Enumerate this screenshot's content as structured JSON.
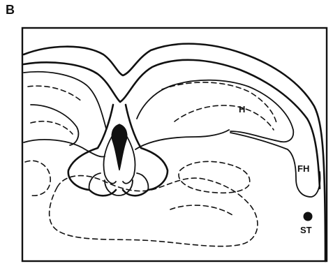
{
  "figure": {
    "panel_letter": "B",
    "labels": {
      "h": "H",
      "fh": "FH",
      "st": "ST"
    }
  }
}
